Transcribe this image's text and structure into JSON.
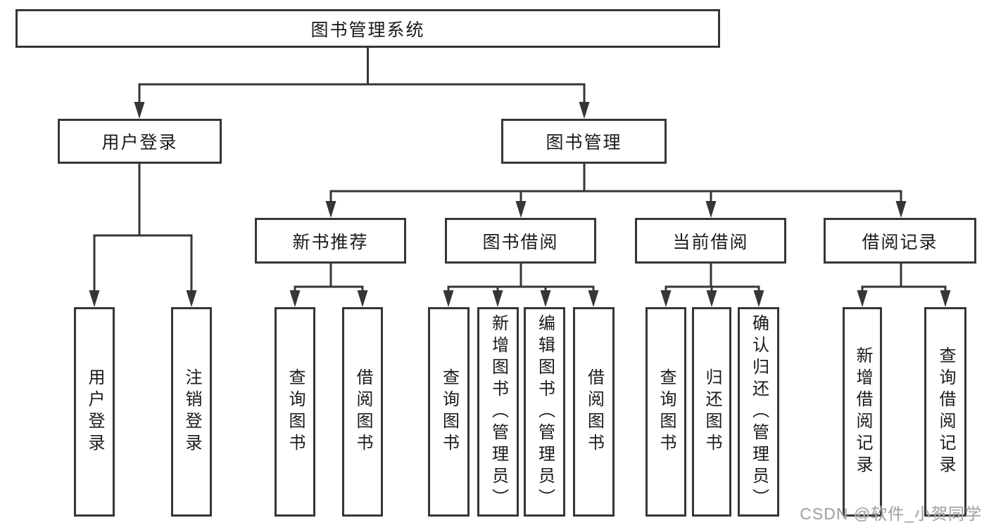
{
  "diagram": {
    "root": {
      "label": "图书管理系统"
    },
    "user_login": {
      "label": "用户登录",
      "children": [
        {
          "label": "用户登录"
        },
        {
          "label": "注销登录"
        }
      ]
    },
    "book_mgmt": {
      "label": "图书管理",
      "sections": [
        {
          "label": "新书推荐",
          "children": [
            {
              "label": "查询图书"
            },
            {
              "label": "借阅图书"
            }
          ]
        },
        {
          "label": "图书借阅",
          "children": [
            {
              "label": "查询图书"
            },
            {
              "label": "新增图书（管理员）"
            },
            {
              "label": "编辑图书（管理员）"
            },
            {
              "label": "借阅图书"
            }
          ]
        },
        {
          "label": "当前借阅",
          "children": [
            {
              "label": "查询图书"
            },
            {
              "label": "归还图书"
            },
            {
              "label": "确认归还（管理员）"
            }
          ]
        },
        {
          "label": "借阅记录",
          "children": [
            {
              "label": "新增借阅记录"
            },
            {
              "label": "查询借阅记录"
            }
          ]
        }
      ]
    },
    "watermark": "CSDN @软件_小贺同学",
    "colors": {
      "line": "#363636",
      "text": "#1a1a1a",
      "watermark": "#a5a5a5",
      "background": "#ffffff"
    }
  }
}
